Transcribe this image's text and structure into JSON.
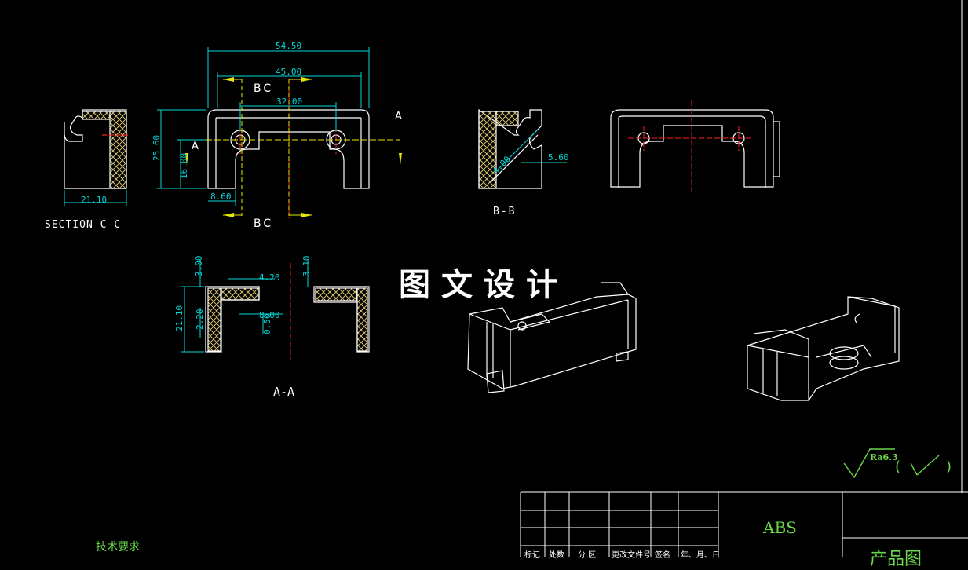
{
  "watermark": "图文设计",
  "dimensions": {
    "d1": "54.50",
    "d2": "45.00",
    "d3": "32.00",
    "d4": "25.60",
    "d5": "16.00",
    "d6": "8.60",
    "d7": "21.10",
    "d8": "4.00",
    "d9": "5.60",
    "d10": "3.00",
    "d11": "4.20",
    "d12": "21.10",
    "d13": "2.20",
    "d14": "8.00",
    "d15": "0.50",
    "d16": "3.10"
  },
  "labels": {
    "bc_top": "BC",
    "bc_bottom": "BC",
    "a_right": "A",
    "a_left": "A",
    "section_cc": "SECTION C-C",
    "section_bb": "B-B",
    "section_aa": "A-A"
  },
  "surface": {
    "ra": "Ra6.3",
    "paren_open": "(",
    "paren_close": ")"
  },
  "title_block": {
    "headers": [
      "标记",
      "处数",
      "分 区",
      "更改文件号",
      "签名",
      "年、月、日"
    ],
    "material": "ABS",
    "product": "产品图"
  },
  "tech_requirements": "技术要求",
  "colors": {
    "dim": "#00d7d7",
    "line": "#ffffff",
    "yellow": "#e6e600",
    "green": "#6bd84a",
    "center": "#ff2020",
    "hatch": "#d4c070"
  }
}
